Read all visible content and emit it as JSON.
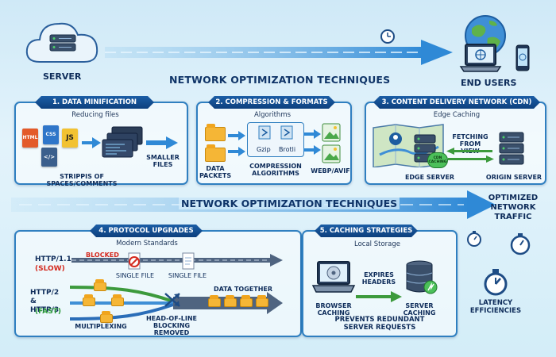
{
  "top": {
    "server_label": "SERVER",
    "end_users_label": "END USERS",
    "title": "NETWORK OPTIMIZATION TECHNIQUES"
  },
  "middle": {
    "title": "NETWORK OPTIMIZATION TECHNIQUES",
    "result_label": "OPTIMIZED NETWORK TRAFFIC",
    "latency_label": "LATENCY EFFICIENCIES"
  },
  "panel1": {
    "banner": "1. DATA MINIFICATION",
    "subtitle": "Reducing files",
    "file_html": "HTML",
    "file_css": "CSS",
    "file_js": "JS",
    "code_glyph": "</>",
    "strip_label": "STRIPPIS OF SPACES/COMMENTS",
    "result_label": "SMALLER FILES"
  },
  "panel2": {
    "banner": "2. COMPRESSION & FORMATS",
    "subtitle": "Algorithms",
    "packets_label": "DATA PACKETS",
    "gzip": "Gzip",
    "brotli": "Brotli",
    "algo_label": "COMPRESSION ALGORITHMS",
    "format_label": "WEBP/AVIF"
  },
  "panel3": {
    "banner": "3. CONTENT DELIVERY NETWORK (CDN)",
    "subtitle": "Edge Caching",
    "fetch_label": "FETCHING FROM VIEW",
    "cdn_badge": "CDN CACHING",
    "edge_label": "EDGE SERVER",
    "origin_label": "ORIGIN SERVER"
  },
  "panel4": {
    "banner": "4. PROTOCOL UPGRADES",
    "subtitle": "Modern Standards",
    "http11": "HTTP/1.1",
    "slow": "(SLOW)",
    "blocked": "BLOCKED",
    "single_file_1": "SINGLE FILE",
    "single_file_2": "SINGLE FILE",
    "http2": "HTTP/2 & HTTP/3",
    "fast": "(FAST)",
    "together": "DATA TOGETHER",
    "multiplexing": "MULTIPLEXING",
    "hol": "HEAD-OF-LINE BLOCKING REMOVED"
  },
  "panel5": {
    "banner": "5. CACHING STRATEGIES",
    "subtitle": "Local Storage",
    "expires": "EXPIRES HEADERS",
    "browser": "BROWSER CACHING",
    "server": "SERVER CACHING",
    "prevents": "PREVENTS REDUNDANT SERVER REQUESTS"
  },
  "colors": {
    "navy": "#0e2c5a",
    "accent_blue": "#2f7fc0",
    "slow_red": "#d42a1f",
    "fast_green": "#2a9a38"
  }
}
